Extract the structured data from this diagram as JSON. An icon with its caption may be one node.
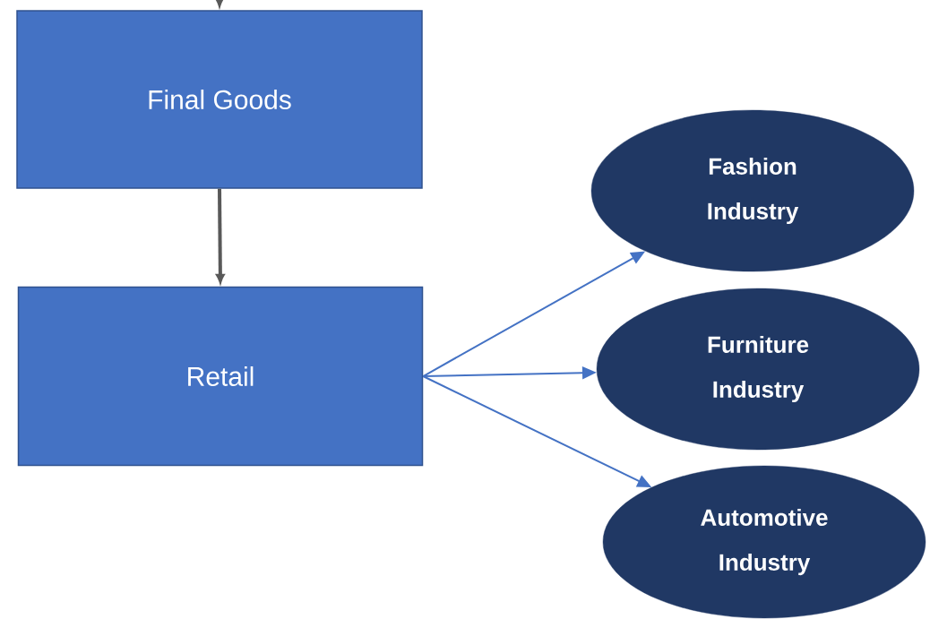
{
  "diagram": {
    "nodes": [
      {
        "text": [
          "Final Goods"
        ]
      },
      {
        "text": [
          "Retail"
        ]
      },
      {
        "text": [
          "Fashion Industry"
        ]
      },
      {
        "text": [
          "Furniture Industry"
        ]
      },
      {
        "text": [
          "Automotive Industry"
        ]
      }
    ],
    "edges": [
      {
        "from": null,
        "to": 0,
        "arrow": "to",
        "style": "thick",
        "color": "#595959"
      },
      {
        "from": 0,
        "to": 1,
        "arrow": "to",
        "style": "thick",
        "color": "#595959"
      },
      {
        "from": 1,
        "to": 2,
        "arrow": "to"
      },
      {
        "from": 1,
        "to": 3,
        "arrow": "to"
      },
      {
        "from": 1,
        "to": 4,
        "arrow": "to"
      }
    ]
  }
}
